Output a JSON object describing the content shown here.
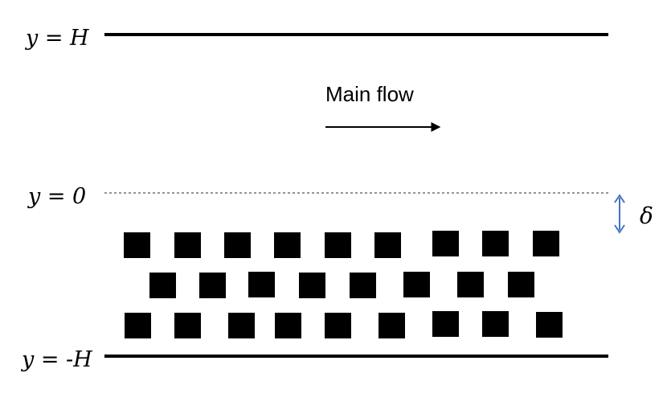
{
  "labels": {
    "y_top": "y = H",
    "y_zero": "y = 0",
    "y_bottom": "y = -H",
    "main_flow": "Main flow",
    "delta": "δ"
  },
  "colors": {
    "walls": "#000000",
    "roughness_blocks": "#000000",
    "dashed_line": "#555555",
    "delta_arrow": "#4472C4",
    "flow_arrow": "#000000"
  },
  "icons": {
    "flow_arrow": "arrow-right-icon",
    "delta_arrow": "double-arrow-vertical-icon"
  },
  "roughness_rows": [
    {
      "row": "top",
      "block_count": 9
    },
    {
      "row": "middle",
      "block_count": 8
    },
    {
      "row": "bottom",
      "block_count": 9
    }
  ]
}
